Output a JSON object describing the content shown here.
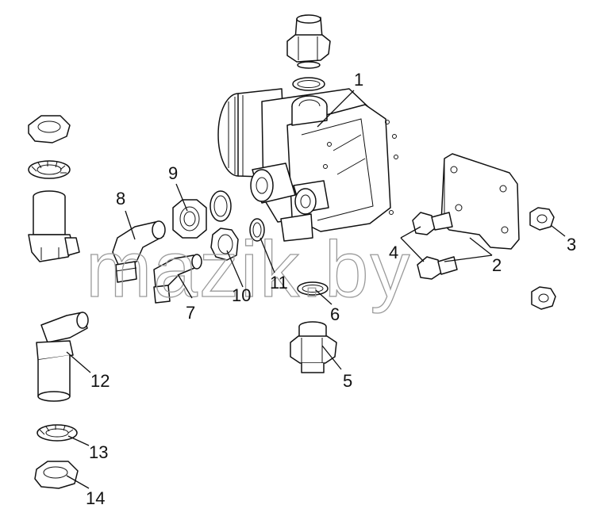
{
  "watermark": "mazik.by",
  "callouts": {
    "c1": "1",
    "c2": "2",
    "c3": "3",
    "c4": "4",
    "c5": "5",
    "c6": "6",
    "c7": "7",
    "c8": "8",
    "c9": "9",
    "c10": "10",
    "c11": "11",
    "c12": "12",
    "c13": "13",
    "c14": "14"
  }
}
